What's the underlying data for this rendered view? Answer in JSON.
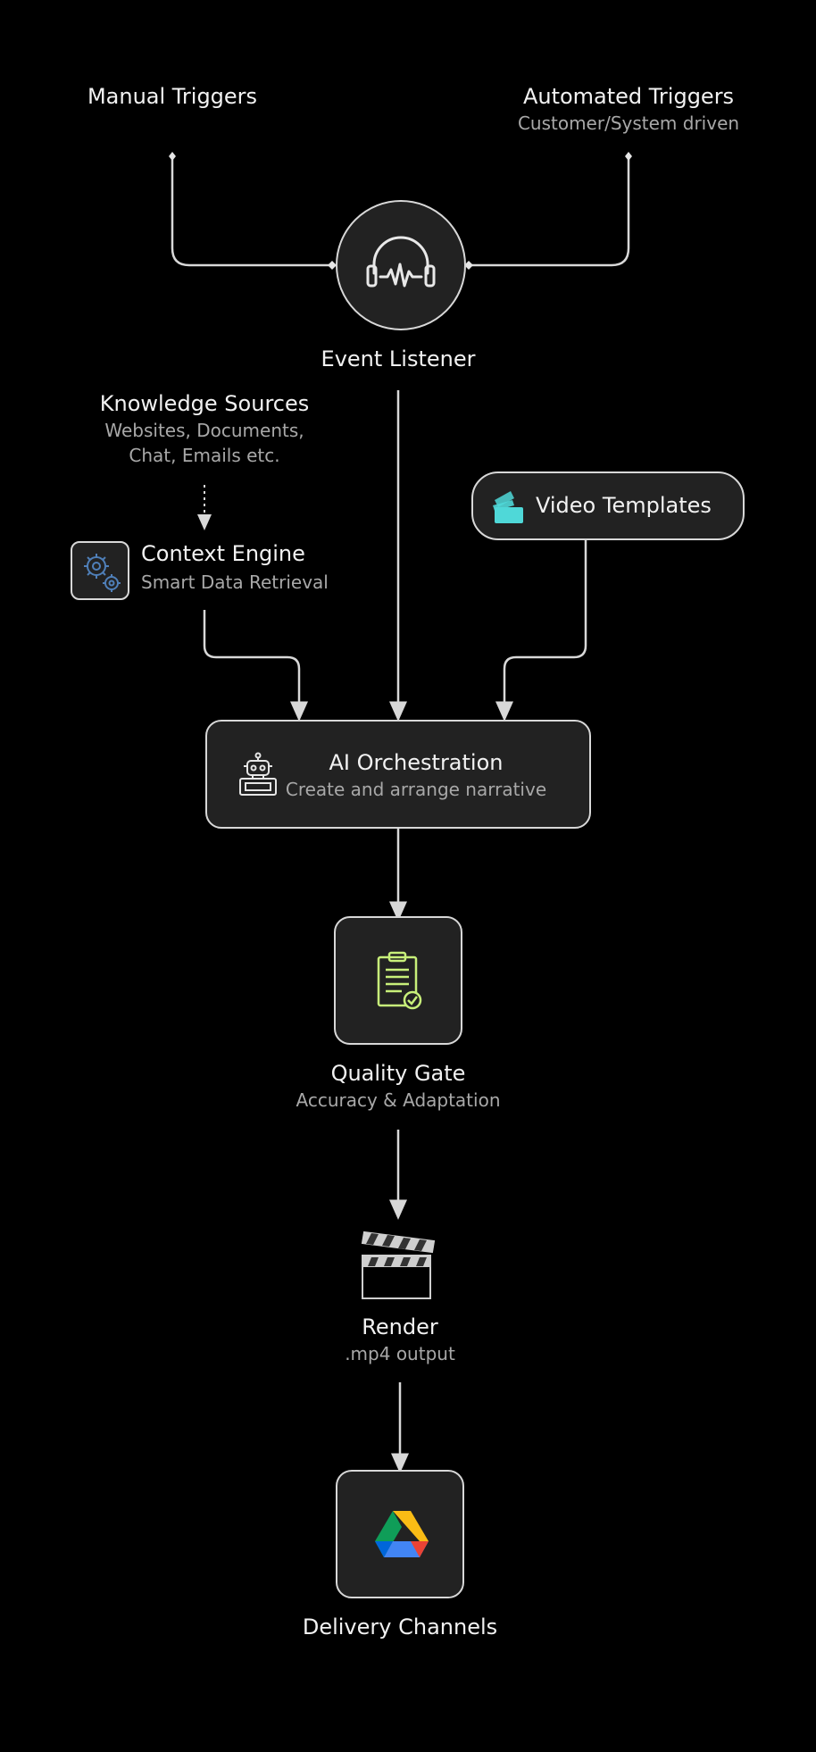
{
  "triggers": {
    "manual": {
      "title": "Manual Triggers"
    },
    "automated": {
      "title": "Automated Triggers",
      "subtitle": "Customer/System driven"
    }
  },
  "event_listener": {
    "title": "Event Listener",
    "icon": "headphones-waveform-icon"
  },
  "knowledge_sources": {
    "title": "Knowledge Sources",
    "line1": "Websites, Documents,",
    "line2": "Chat, Emails  etc."
  },
  "context_engine": {
    "title": "Context Engine",
    "subtitle": "Smart Data Retrieval",
    "icon": "gears-icon"
  },
  "video_templates": {
    "title": "Video Templates",
    "icon": "stacked-cards-icon",
    "icon_color": "#4fd8d8"
  },
  "ai_orchestration": {
    "title": "AI Orchestration",
    "subtitle": "Create and arrange narrative",
    "icon": "robot-icon"
  },
  "quality_gate": {
    "title": "Quality Gate",
    "subtitle": "Accuracy & Adaptation",
    "icon": "clipboard-check-icon",
    "icon_color": "#c8f07a"
  },
  "render": {
    "title": "Render",
    "subtitle": ".mp4 output",
    "icon": "clapperboard-icon"
  },
  "delivery": {
    "title": "Delivery Channels",
    "icon": "google-drive-icon"
  },
  "colors": {
    "background": "#000000",
    "node_fill": "#222222",
    "node_border": "#d8d8d8",
    "connector": "#d8d8d8"
  }
}
